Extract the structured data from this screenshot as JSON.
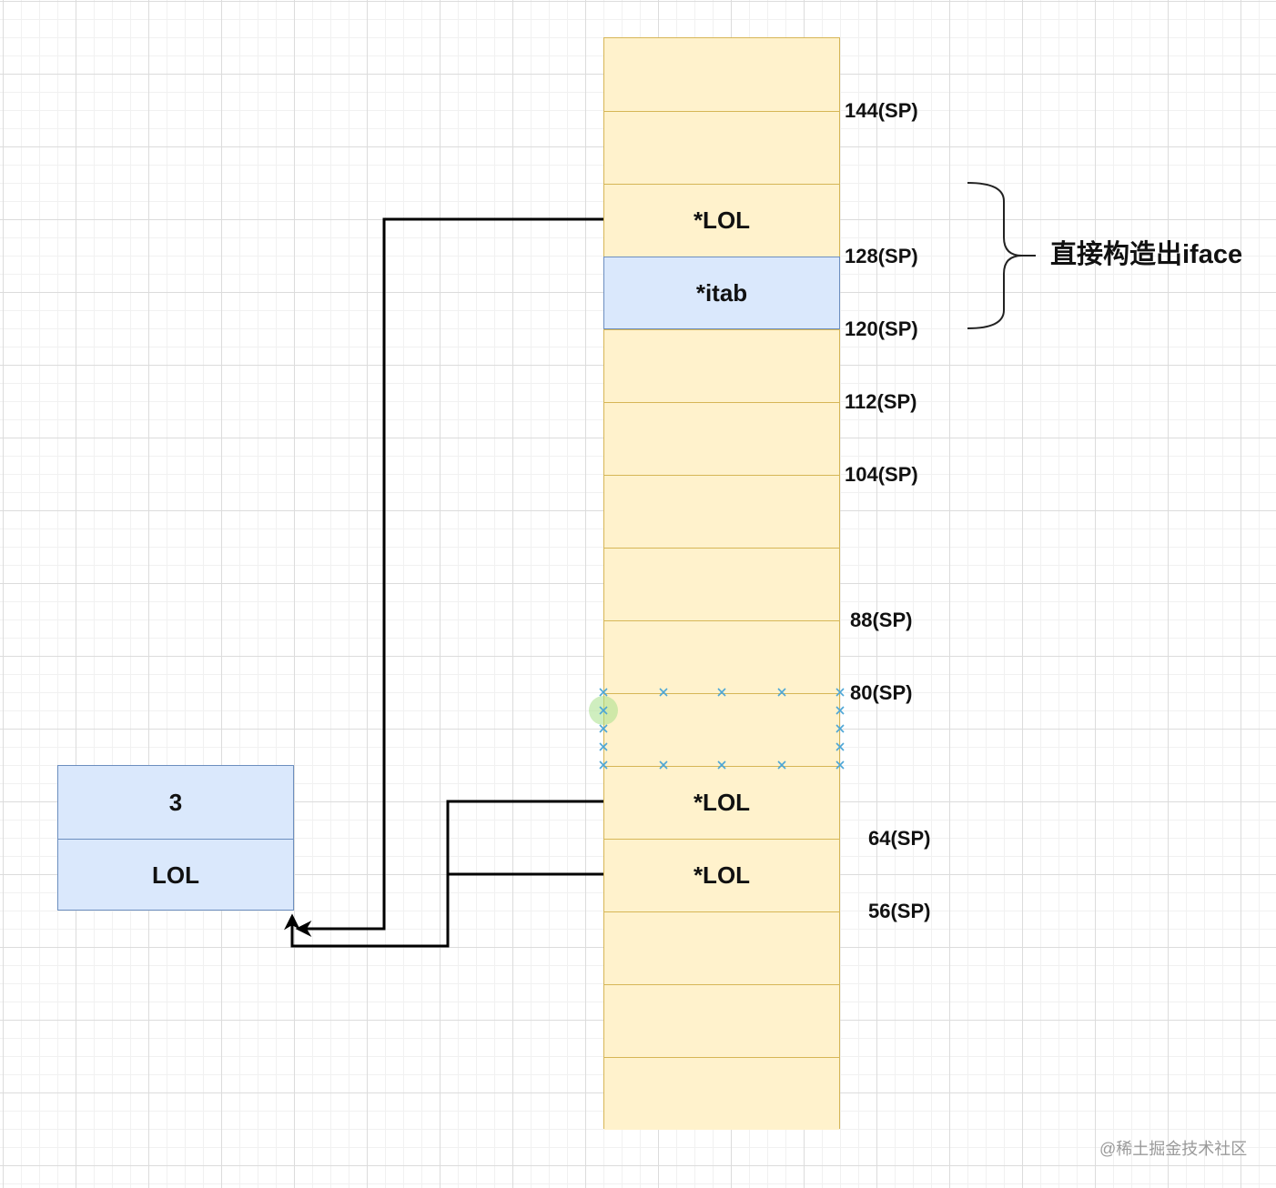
{
  "stack": {
    "cells": [
      {
        "label": "",
        "highlight": false
      },
      {
        "label": "",
        "highlight": false
      },
      {
        "label": "*LOL",
        "highlight": false
      },
      {
        "label": "*itab",
        "highlight": true
      },
      {
        "label": "",
        "highlight": false
      },
      {
        "label": "",
        "highlight": false
      },
      {
        "label": "",
        "highlight": false
      },
      {
        "label": "",
        "highlight": false
      },
      {
        "label": "",
        "highlight": false
      },
      {
        "label": "",
        "highlight": false
      },
      {
        "label": "*LOL",
        "highlight": false
      },
      {
        "label": "*LOL",
        "highlight": false
      },
      {
        "label": "",
        "highlight": false
      },
      {
        "label": "",
        "highlight": false
      },
      {
        "label": "",
        "highlight": false
      }
    ],
    "offsets": [
      "144(SP)",
      "128(SP)",
      "120(SP)",
      "112(SP)",
      "104(SP)",
      "88(SP)",
      "80(SP)",
      "64(SP)",
      "56(SP)"
    ]
  },
  "object": {
    "top_label": "3",
    "bottom_label": "LOL"
  },
  "annotation": {
    "brace_label": "直接构造出iface"
  },
  "watermark": "@稀土掘金技术社区",
  "colors": {
    "stack_fill": "#fff2cc",
    "stack_stroke": "#d6b656",
    "highlight_fill": "#dae8fc",
    "highlight_stroke": "#6c8ebf",
    "selection_marker": "#4da6d6",
    "arrow": "#000000"
  }
}
